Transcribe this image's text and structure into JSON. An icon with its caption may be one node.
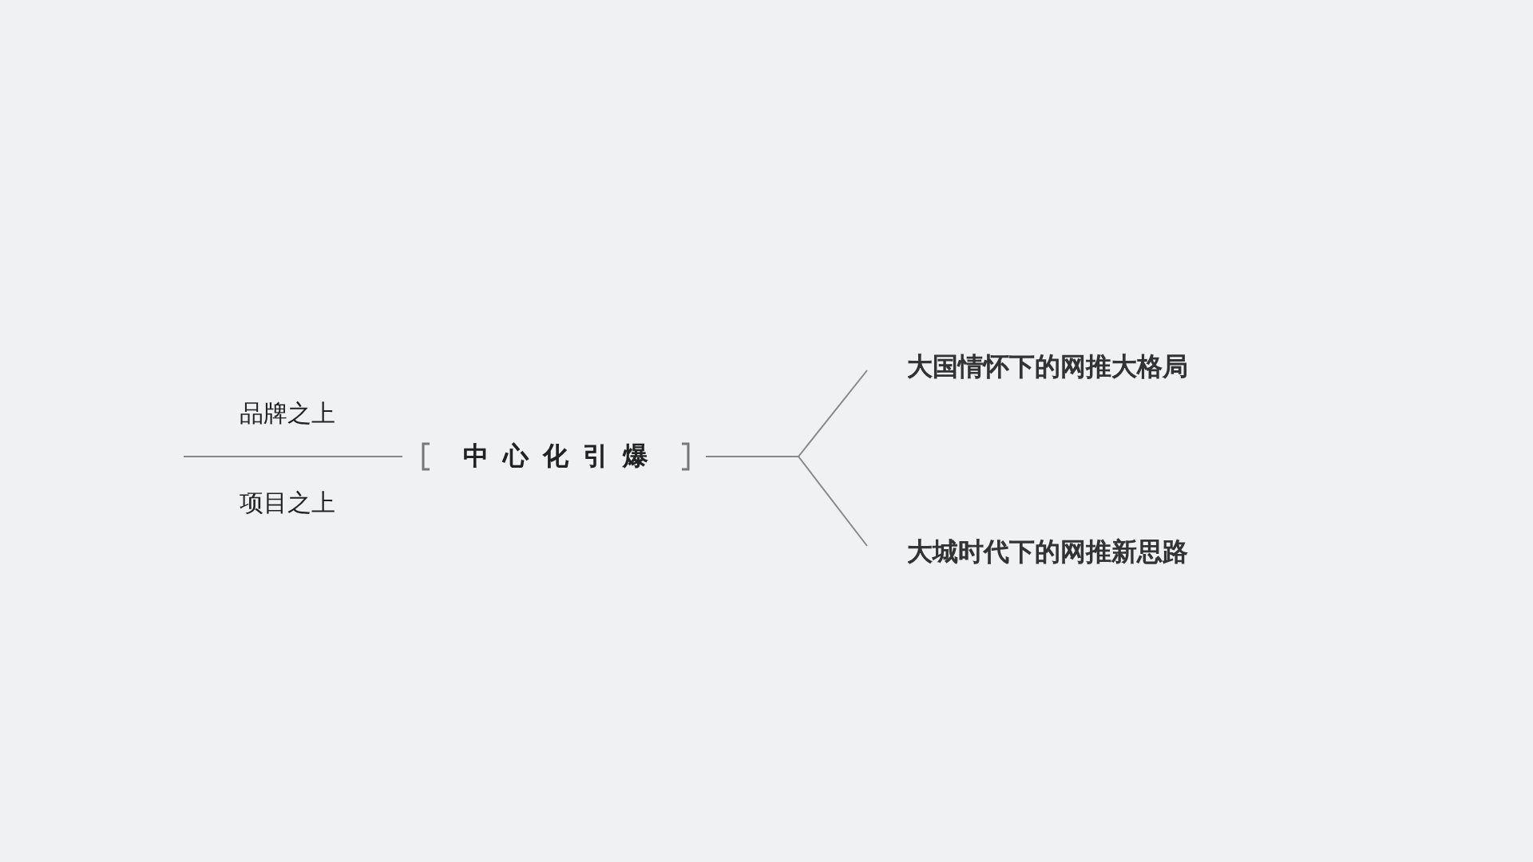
{
  "diagram": {
    "nodes": [
      {
        "text": [
          "中心化引爆"
        ]
      },
      {
        "text": [
          "大国情怀下的网推大格局"
        ]
      },
      {
        "text": [
          "大城时代下的网推新思路"
        ]
      }
    ],
    "edges": [
      {
        "from": 0,
        "to": 1,
        "arrow": "none"
      },
      {
        "from": 0,
        "to": 2,
        "arrow": "none"
      }
    ],
    "labels": [
      "品牌之上",
      "项目之上"
    ]
  }
}
